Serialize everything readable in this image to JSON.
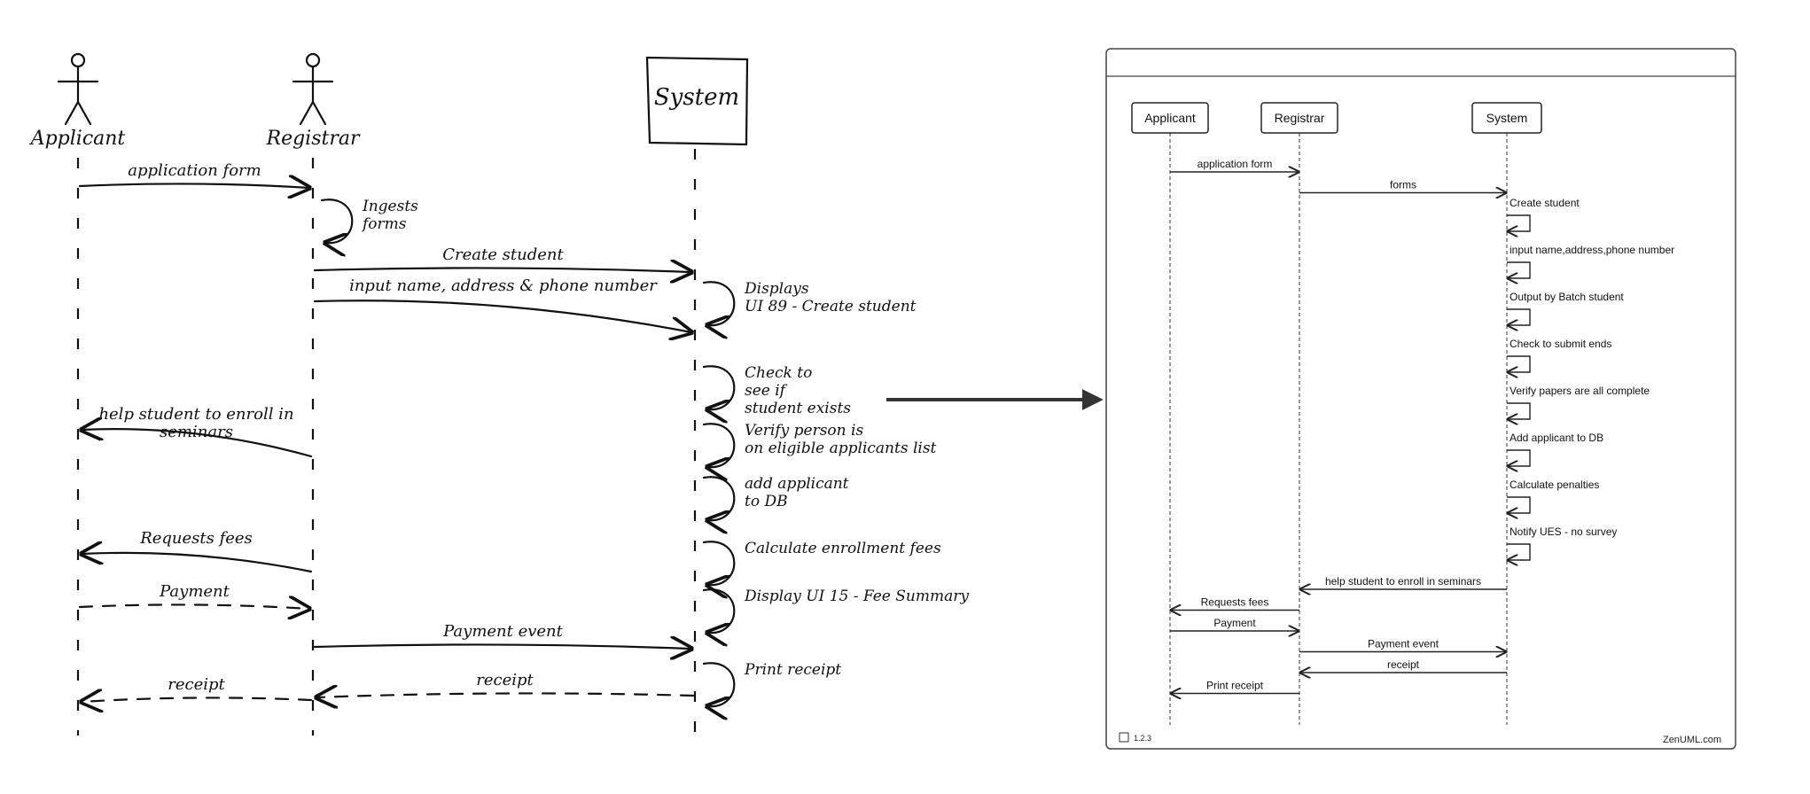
{
  "sketch": {
    "actors": [
      {
        "id": "applicant",
        "label": "Applicant",
        "kind": "stick-figure"
      },
      {
        "id": "registrar",
        "label": "Registrar",
        "kind": "stick-figure"
      },
      {
        "id": "system",
        "label": "System",
        "kind": "box"
      }
    ],
    "messages": [
      {
        "from": "applicant",
        "to": "registrar",
        "label": "application form",
        "style": "solid"
      },
      {
        "from": "registrar",
        "to": "registrar",
        "label_lines": [
          "Ingests",
          "forms"
        ],
        "style": "self"
      },
      {
        "from": "registrar",
        "to": "system",
        "label": "Create student",
        "style": "solid"
      },
      {
        "from": "system",
        "to": "system",
        "label_lines": [
          "Displays",
          "UI 89 - Create student"
        ],
        "style": "self"
      },
      {
        "from": "registrar",
        "to": "system",
        "label": "input name, address & phone number",
        "style": "solid"
      },
      {
        "from": "system",
        "to": "system",
        "label_lines": [
          "Check to",
          "see if",
          "student exists"
        ],
        "style": "self"
      },
      {
        "from": "registrar",
        "to": "applicant",
        "label_lines": [
          "help student to enroll in",
          "seminars"
        ],
        "style": "solid"
      },
      {
        "from": "system",
        "to": "system",
        "label_lines": [
          "Verify person is",
          "on eligible applicants list"
        ],
        "style": "self"
      },
      {
        "from": "system",
        "to": "system",
        "label_lines": [
          "add applicant",
          "to DB"
        ],
        "style": "self"
      },
      {
        "from": "registrar",
        "to": "applicant",
        "label": "Requests fees",
        "style": "solid"
      },
      {
        "from": "system",
        "to": "system",
        "label_lines": [
          "Calculate enrollment fees"
        ],
        "style": "self"
      },
      {
        "from": "applicant",
        "to": "registrar",
        "label": "Payment",
        "style": "dashed"
      },
      {
        "from": "system",
        "to": "system",
        "label_lines": [
          "Display UI 15 - Fee Summary"
        ],
        "style": "self"
      },
      {
        "from": "registrar",
        "to": "system",
        "label": "Payment event",
        "style": "solid"
      },
      {
        "from": "system",
        "to": "registrar",
        "label": "receipt",
        "style": "dashed"
      },
      {
        "from": "system",
        "to": "system",
        "label_lines": [
          "Print receipt"
        ],
        "style": "self"
      },
      {
        "from": "registrar",
        "to": "applicant",
        "label": "receipt",
        "style": "dashed"
      }
    ]
  },
  "zenuml": {
    "participants": [
      {
        "id": "applicant",
        "label": "Applicant"
      },
      {
        "id": "registrar",
        "label": "Registrar"
      },
      {
        "id": "system",
        "label": "System"
      }
    ],
    "messages": [
      {
        "from": "applicant",
        "to": "registrar",
        "label": "application form"
      },
      {
        "from": "registrar",
        "to": "system",
        "label": "forms"
      },
      {
        "from": "system",
        "to": "system",
        "label": "Create student"
      },
      {
        "from": "system",
        "to": "system",
        "label": "input name,address,phone number"
      },
      {
        "from": "system",
        "to": "system",
        "label": "Output by Batch student"
      },
      {
        "from": "system",
        "to": "system",
        "label": "Check to submit ends"
      },
      {
        "from": "system",
        "to": "system",
        "label": "Verify papers are all complete"
      },
      {
        "from": "system",
        "to": "system",
        "label": "Add applicant to DB"
      },
      {
        "from": "system",
        "to": "system",
        "label": "Calculate penalties"
      },
      {
        "from": "system",
        "to": "system",
        "label": "Notify UES - no survey"
      },
      {
        "from": "system",
        "to": "registrar",
        "label": "help student to enroll in seminars"
      },
      {
        "from": "registrar",
        "to": "applicant",
        "label": "Requests fees"
      },
      {
        "from": "applicant",
        "to": "registrar",
        "label": "Payment"
      },
      {
        "from": "registrar",
        "to": "system",
        "label": "Payment event"
      },
      {
        "from": "system",
        "to": "registrar",
        "label": "receipt"
      },
      {
        "from": "registrar",
        "to": "applicant",
        "label": "Print receipt"
      }
    ],
    "footer": {
      "numbering_label": "1.2.3",
      "brand": "ZenUML.com"
    }
  }
}
